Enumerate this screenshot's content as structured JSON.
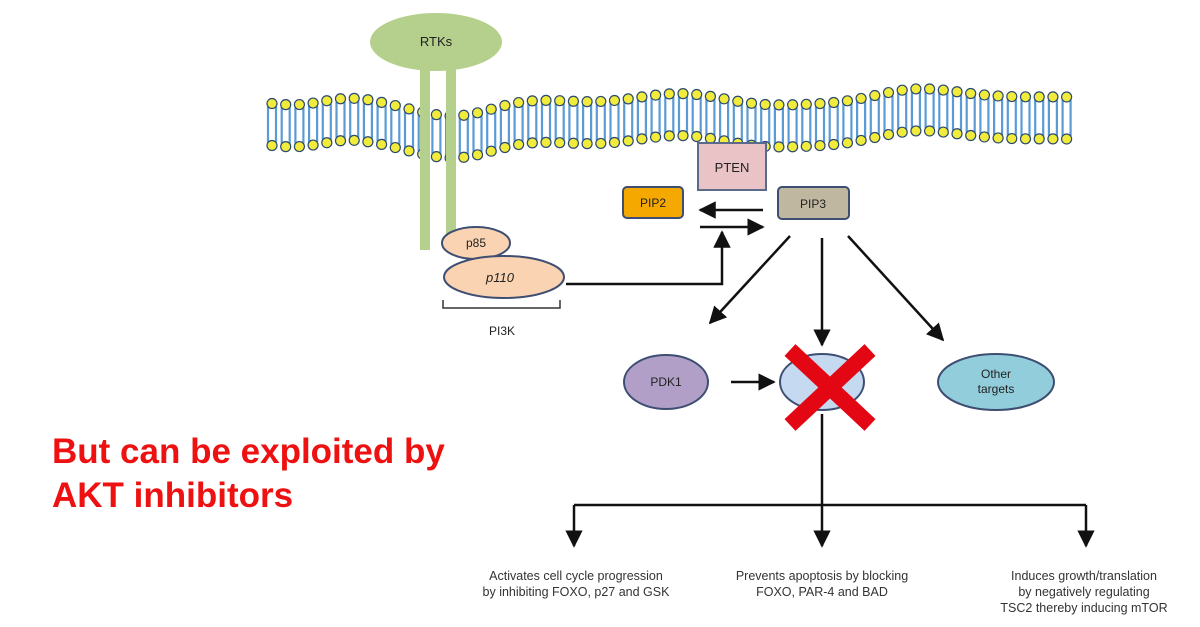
{
  "colors": {
    "membrane": "#5b9bd5",
    "lipid_head": "#f1ec3c",
    "receptor": "#b5d08c",
    "pten": "#e9c3c6",
    "pip2": "#f5a900",
    "pip3": "#c0b7a0",
    "pi3k": "#fad4b2",
    "pdk1": "#b19fc8",
    "akt": "#c5d9f1",
    "other_targets": "#92cddc",
    "cross": "#e30613",
    "headline": "#ee1111"
  },
  "nodes": {
    "rtks": "RTKs",
    "pten": "PTEN",
    "pip2": "PIP2",
    "pip3": "PIP3",
    "p85": "p85",
    "p110": "p110",
    "pi3k": "PI3K",
    "pdk1": "PDK1",
    "other_targets_line1": "Other",
    "other_targets_line2": "targets"
  },
  "outcomes": {
    "cell_cycle": [
      "Activates cell cycle progression",
      "by inhibiting FOXO, p27 and GSK"
    ],
    "apoptosis": [
      "Prevents apoptosis by blocking",
      "FOXO, PAR-4 and BAD"
    ],
    "growth": [
      "Induces growth/translation",
      "by negatively regulating",
      "TSC2 thereby inducing mTOR"
    ]
  },
  "headline": {
    "line1": "But can be exploited by",
    "line2": "AKT inhibitors"
  }
}
